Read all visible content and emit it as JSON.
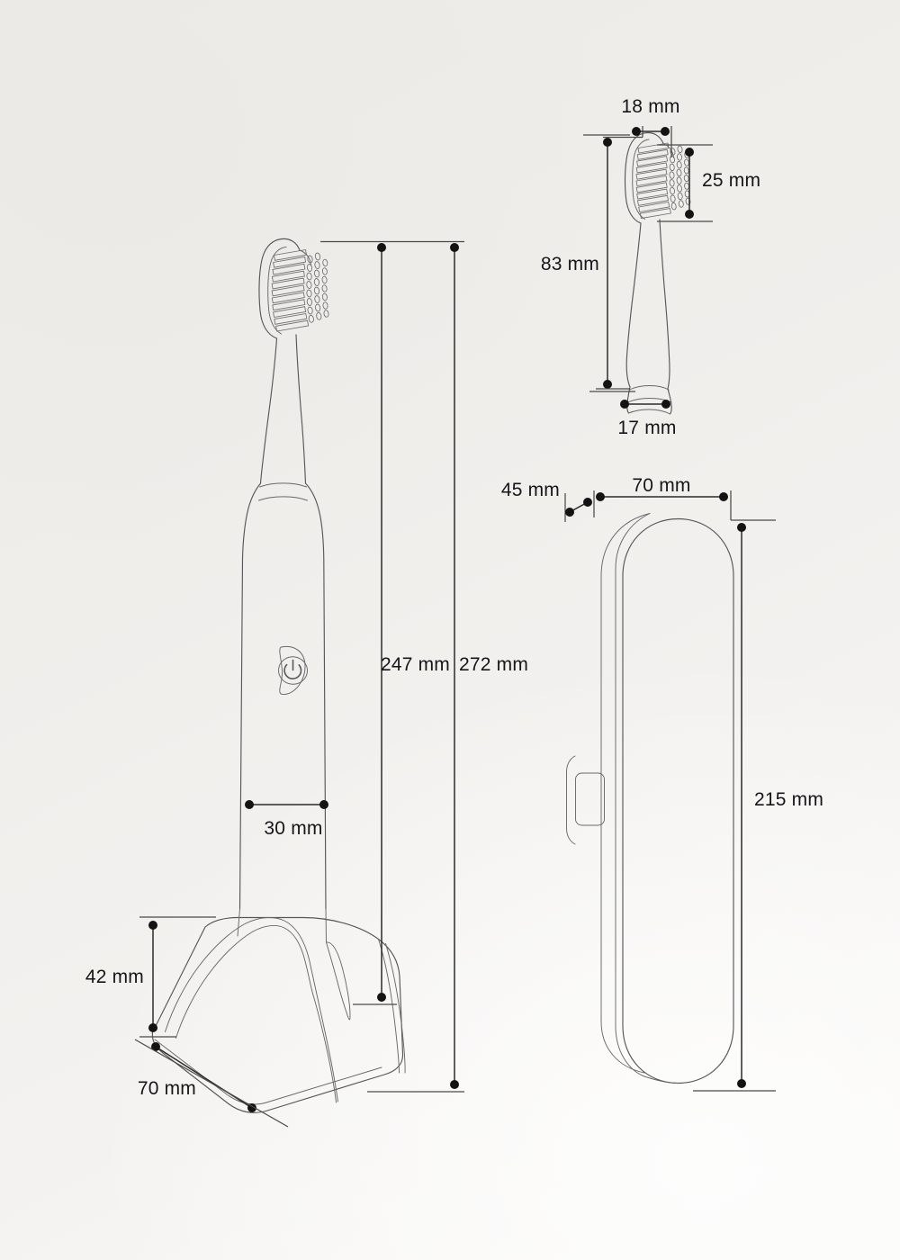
{
  "drawing": {
    "title": "Electric Toothbrush Technical Dimension Drawing",
    "units": "mm",
    "background_color": "#efedea",
    "outline_color": "#59565a",
    "dimension_color": "#2b2b2b"
  },
  "views": [
    {
      "id": "main-toothbrush",
      "name": "Electric toothbrush with charging base",
      "parts": [
        "brush-head",
        "handle",
        "power-button",
        "charging-base"
      ]
    },
    {
      "id": "replacement-head",
      "name": "Replacement brush head",
      "parts": [
        "bristle-field",
        "neck",
        "mount-collar"
      ]
    },
    {
      "id": "travel-case",
      "name": "Travel case",
      "parts": [
        "case-shell",
        "case-lid",
        "case-latch"
      ]
    }
  ],
  "dimensions": {
    "head_width": {
      "label": "18 mm",
      "value": 18,
      "unit": "mm",
      "view": "replacement-head",
      "orientation": "horizontal"
    },
    "head_bristle_height": {
      "label": "25 mm",
      "value": 25,
      "unit": "mm",
      "view": "replacement-head",
      "orientation": "vertical"
    },
    "head_total_length": {
      "label": "83 mm",
      "value": 83,
      "unit": "mm",
      "view": "replacement-head",
      "orientation": "vertical"
    },
    "head_mount_width": {
      "label": "17 mm",
      "value": 17,
      "unit": "mm",
      "view": "replacement-head",
      "orientation": "horizontal"
    },
    "brush_length_no_head": {
      "label": "247 mm",
      "value": 247,
      "unit": "mm",
      "view": "main-toothbrush",
      "orientation": "vertical"
    },
    "brush_length_with_base": {
      "label": "272 mm",
      "value": 272,
      "unit": "mm",
      "view": "main-toothbrush",
      "orientation": "vertical"
    },
    "handle_width": {
      "label": "30 mm",
      "value": 30,
      "unit": "mm",
      "view": "main-toothbrush",
      "orientation": "horizontal"
    },
    "base_height": {
      "label": "42 mm",
      "value": 42,
      "unit": "mm",
      "view": "main-toothbrush",
      "orientation": "vertical"
    },
    "base_depth": {
      "label": "70 mm",
      "value": 70,
      "unit": "mm",
      "view": "main-toothbrush",
      "orientation": "diagonal"
    },
    "case_depth": {
      "label": "45 mm",
      "value": 45,
      "unit": "mm",
      "view": "travel-case",
      "orientation": "diagonal"
    },
    "case_width": {
      "label": "70 mm",
      "value": 70,
      "unit": "mm",
      "view": "travel-case",
      "orientation": "horizontal"
    },
    "case_height": {
      "label": "215 mm",
      "value": 215,
      "unit": "mm",
      "view": "travel-case",
      "orientation": "vertical"
    }
  },
  "labels": {
    "d18": "18 mm",
    "d25": "25 mm",
    "d83": "83 mm",
    "d17": "17 mm",
    "d247": "247 mm",
    "d272": "272 mm",
    "d30": "30 mm",
    "d42": "42 mm",
    "d70base": "70 mm",
    "d45": "45 mm",
    "d70case": "70 mm",
    "d215": "215 mm"
  },
  "icons": {
    "power_button": "power-icon"
  }
}
